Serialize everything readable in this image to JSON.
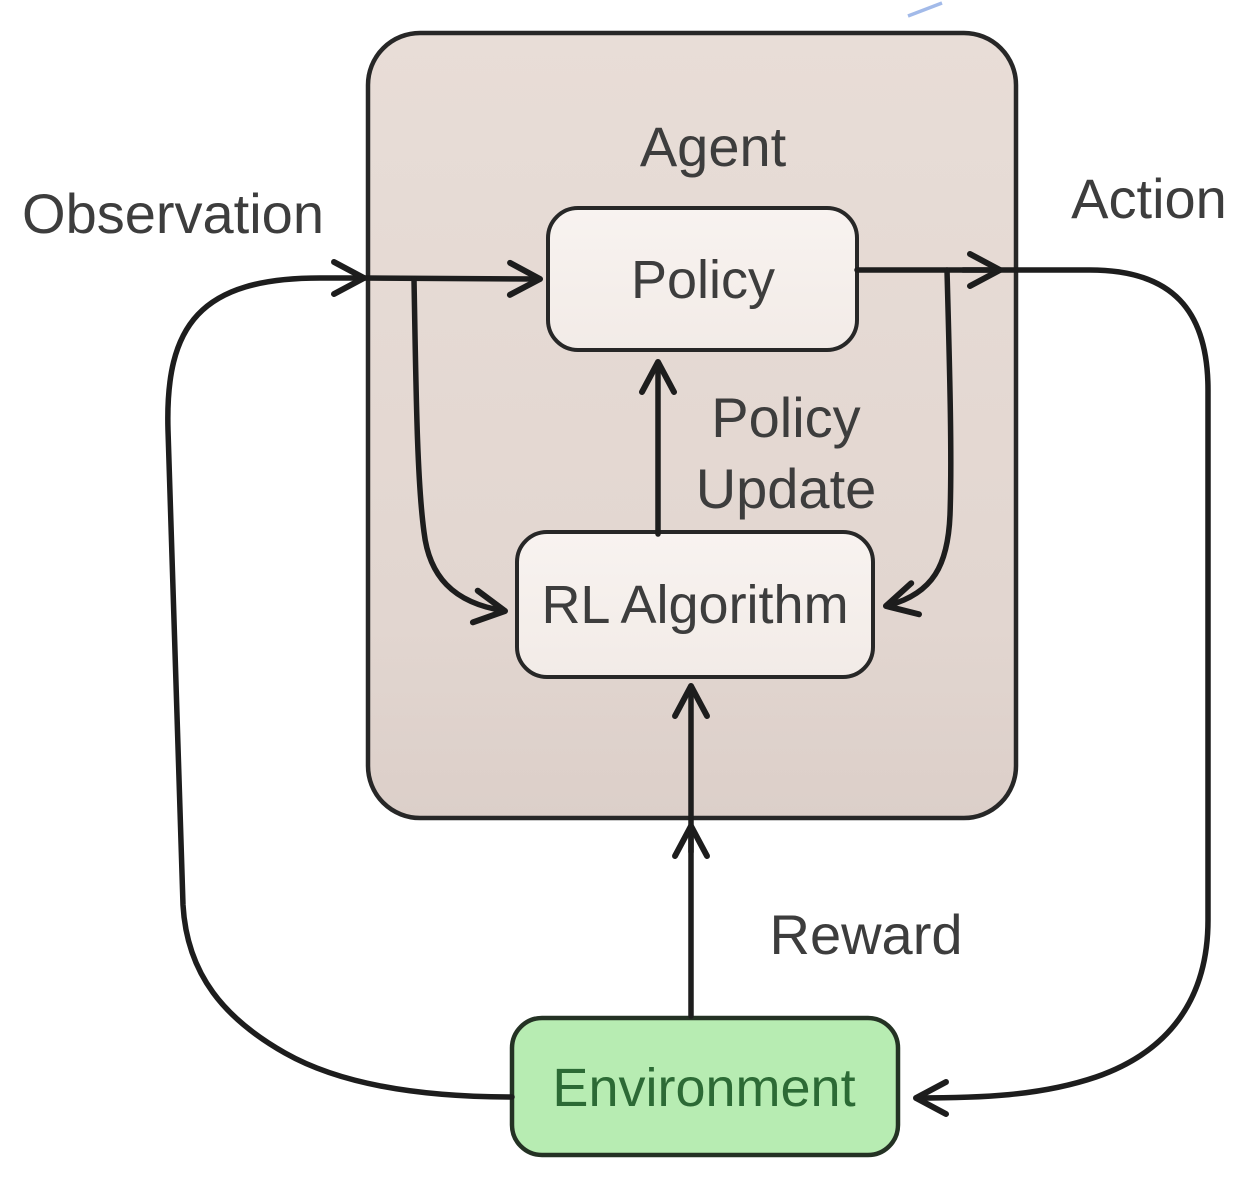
{
  "nodes": {
    "agent": {
      "label": "Agent"
    },
    "policy": {
      "label": "Policy"
    },
    "rl_algorithm": {
      "label": "RL Algorithm"
    },
    "environment": {
      "label": "Environment"
    }
  },
  "edge_labels": {
    "observation": "Observation",
    "action": "Action",
    "reward": "Reward",
    "policy_update": [
      "Policy",
      "Update"
    ]
  },
  "edges": [
    {
      "name": "observation",
      "from": "environment",
      "to": "policy",
      "label": "Observation"
    },
    {
      "name": "observation-branch",
      "from": "observation-line",
      "to": "rl_algorithm",
      "label": ""
    },
    {
      "name": "action",
      "from": "policy",
      "to": "environment",
      "label": "Action"
    },
    {
      "name": "action-branch",
      "from": "action-line",
      "to": "rl_algorithm",
      "label": ""
    },
    {
      "name": "reward",
      "from": "environment",
      "to": "rl_algorithm",
      "label": "Reward"
    },
    {
      "name": "policy-update",
      "from": "rl_algorithm",
      "to": "policy",
      "label": "Policy Update"
    }
  ],
  "colors": {
    "background": "#ffffff",
    "agent_fill": "#e6dbd5",
    "agent_fill_bottom": "#dccfc9",
    "inner_box_fill": "#f7f1ee",
    "environment_fill": "#b7ecb2",
    "environment_text": "#2c6a35",
    "box_outline": "#272727",
    "arrow_stroke": "#1d1d1d",
    "label_text": "#3d3d3d",
    "artifact_blue": "#7b9ce0"
  }
}
